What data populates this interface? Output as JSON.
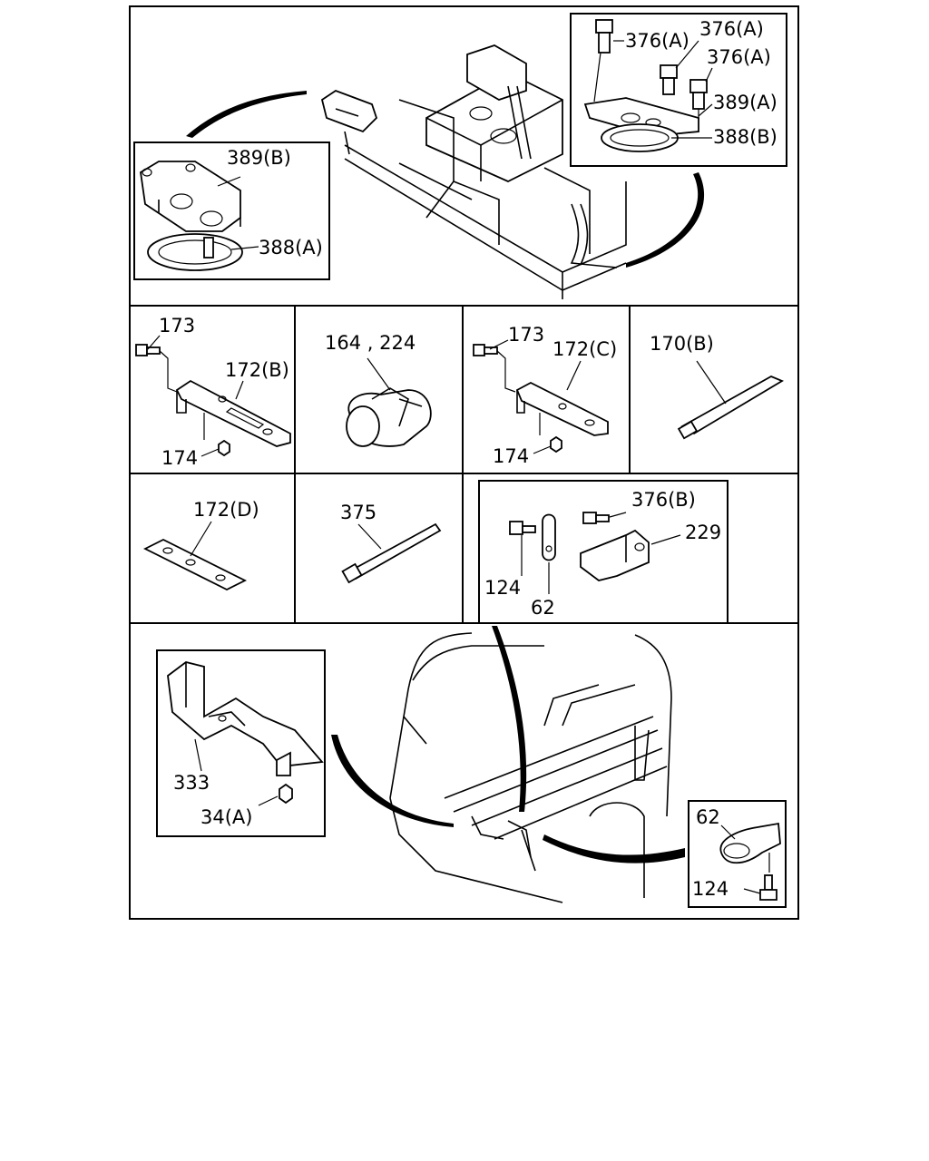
{
  "diagram": {
    "labels": {
      "l_376a_1": "376(A)",
      "l_376a_2": "376(A)",
      "l_376a_3": "376(A)",
      "l_389a": "389(A)",
      "l_388b": "388(B)",
      "l_389b": "389(B)",
      "l_388a": "388(A)",
      "l_173_1": "173",
      "l_172b": "172(B)",
      "l_174_1": "174",
      "l_164_224": "164 , 224",
      "l_173_2": "173",
      "l_172c": "172(C)",
      "l_174_2": "174",
      "l_170b": "170(B)",
      "l_172d": "172(D)",
      "l_375": "375",
      "l_376b": "376(B)",
      "l_229": "229",
      "l_124_1": "124",
      "l_62_1": "62",
      "l_333": "333",
      "l_34a": "34(A)",
      "l_62_2": "62",
      "l_124_2": "124"
    }
  }
}
